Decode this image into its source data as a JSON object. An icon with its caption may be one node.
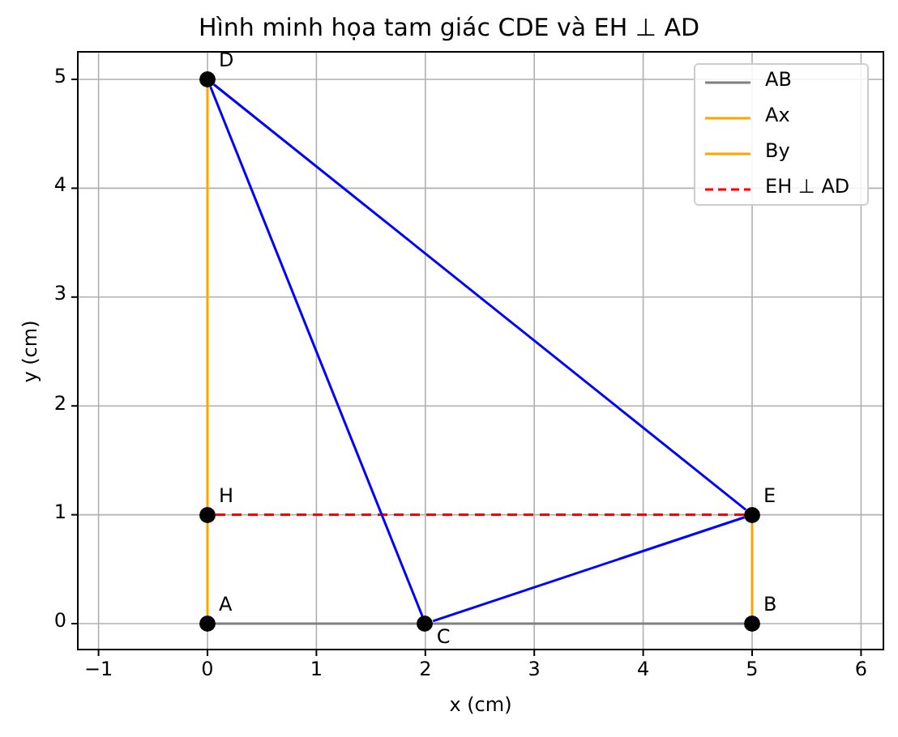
{
  "diagram": {
    "title": "Hình minh họa tam giác CDE và EH ⊥ AD",
    "nodes": [
      {
        "text": [],
        "shape": "circle",
        "beside": [
          "D"
        ]
      },
      {
        "text": [],
        "shape": "circle",
        "beside": [
          "H"
        ]
      },
      {
        "text": [],
        "shape": "circle",
        "beside": [
          "E"
        ]
      },
      {
        "text": [],
        "shape": "circle",
        "beside": [
          "A"
        ]
      },
      {
        "text": [],
        "shape": "circle",
        "beside": [
          "C"
        ]
      },
      {
        "text": [],
        "shape": "circle",
        "beside": [
          "B"
        ]
      }
    ],
    "edges": [
      {
        "from": 3,
        "to": 5,
        "arrow": "none",
        "color": "#808080"
      },
      {
        "from": 3,
        "to": 0,
        "arrow": "none",
        "color": "#ffa500"
      },
      {
        "from": 5,
        "to": 2,
        "arrow": "none",
        "color": "#ffa500"
      },
      {
        "from": 1,
        "to": 2,
        "arrow": "none",
        "style": "dashed",
        "color": "#ff0000"
      },
      {
        "from": 0,
        "to": 4,
        "arrow": "none"
      },
      {
        "from": 4,
        "to": 2,
        "arrow": "none"
      },
      {
        "from": 2,
        "to": 0,
        "arrow": "none"
      }
    ],
    "labels": [
      "5",
      "4",
      "3",
      "2",
      "1",
      "0",
      "−1",
      "0",
      "1",
      "2",
      "3",
      "4",
      "5",
      "6",
      "x (cm)",
      "y (cm)"
    ],
    "legend": [
      {
        "text": "AB"
      },
      {
        "text": "Ax"
      },
      {
        "text": "By"
      },
      {
        "text": "EH ⊥ AD"
      }
    ]
  }
}
